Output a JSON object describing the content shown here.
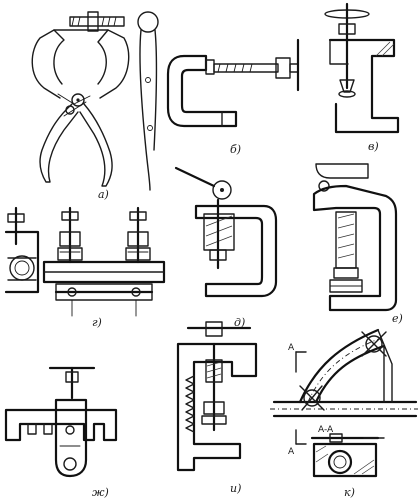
{
  "figure": {
    "panel_labels": {
      "a": "а)",
      "b": "б)",
      "v": "в)",
      "g": "г)",
      "d": "д)",
      "e": "е)",
      "zh": "ж)",
      "i": "и)",
      "k": "к)"
    },
    "section_marks": {
      "a_left": "A",
      "a_bottom": "A",
      "aa": "A-A"
    }
  }
}
